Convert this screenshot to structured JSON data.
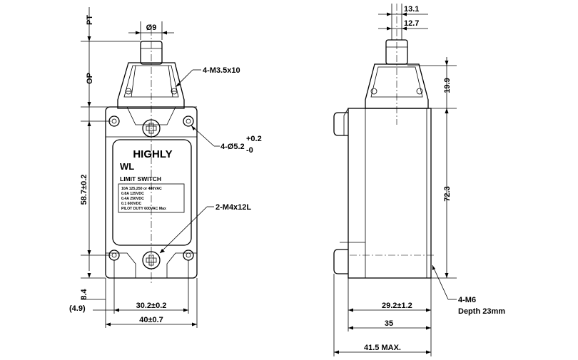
{
  "front_view": {
    "brand": "HIGHLY",
    "model": "WL",
    "product_type": "LIMIT SWITCH",
    "ratings": [
      "10A 125,250 or 480VAC",
      "0.8A 125VDC",
      "0.4A 250VDC",
      "0.1 600VDC",
      "PILOT DUTY 600VAC Max"
    ],
    "dims": {
      "plunger_dia": "Ø9",
      "pt": "PT",
      "op": "OP",
      "cover_screws": "4-M3.5x10",
      "mount_holes": "4-Ø5.2",
      "mount_tol_plus": "+0.2",
      "mount_tol_minus": "-0",
      "conduit_screws": "2-M4x12L",
      "hole_pitch_v": "58.7±0.2",
      "bottom_offset": "8.4",
      "bottom_offset_ref": "(4.9)",
      "hole_pitch_h": "30.2±0.2",
      "body_width": "40±0.7"
    }
  },
  "side_view": {
    "dims": {
      "top_width_outer": "13.1",
      "top_width_inner": "12.7",
      "head_height": "19.9",
      "body_height": "72.3",
      "thread_offset": "29.2±1.2",
      "body_depth": "35",
      "max_depth": "41.5 MAX.",
      "thread_label": "4-M6",
      "thread_depth": "Depth 23mm"
    }
  }
}
